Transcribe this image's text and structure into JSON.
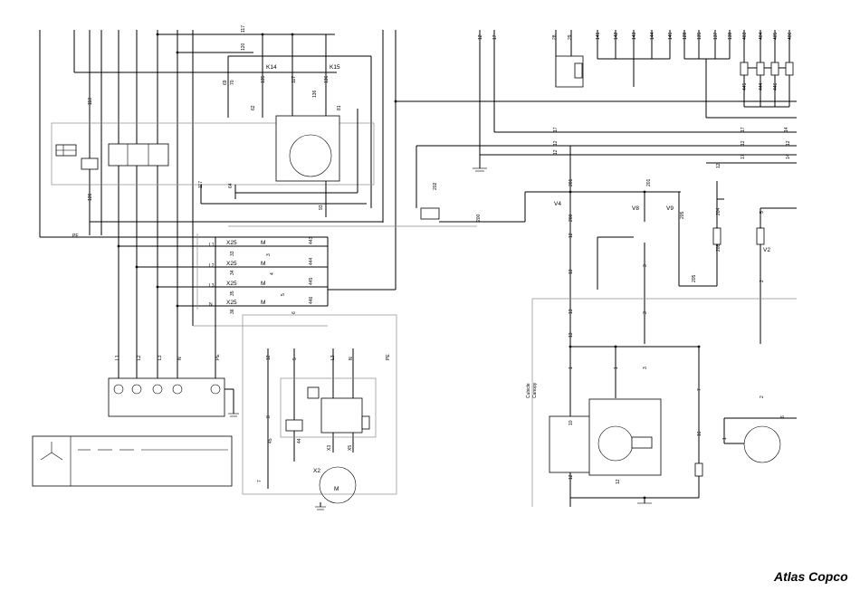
{
  "brand": {
    "logo": "Atlas Copco"
  },
  "contactors": [
    "K14",
    "K15"
  ],
  "terminal_block": {
    "name": "X25",
    "mark": "M"
  },
  "phases": [
    "L1",
    "L2",
    "L3",
    "N",
    "PE"
  ],
  "connector_x2": "X2",
  "motor_mark": "M",
  "canopy_text": {
    "line1": "Cubicle",
    "line2": "Canopy"
  },
  "diodes": [
    "V4",
    "V8",
    "V9",
    "V2"
  ],
  "wire_numbers": {
    "top_left": [
      "117",
      "120",
      "118",
      "135",
      "136",
      "117",
      "136",
      "62",
      "81",
      "69",
      "70",
      "120",
      "117",
      "64",
      "93"
    ],
    "terminal": [
      "443",
      "444",
      "445",
      "446",
      "33",
      "34",
      "35",
      "36",
      "3",
      "4",
      "5",
      "6"
    ],
    "bottom_left": [
      "12",
      "5",
      "L3",
      "N",
      "PE",
      "8",
      "7",
      "X3",
      "X5",
      "44",
      "45"
    ],
    "top_right": [
      "12",
      "17",
      "28",
      "29",
      "141",
      "142",
      "143",
      "144",
      "145",
      "128",
      "135",
      "137",
      "138",
      "403",
      "404",
      "405",
      "406",
      "445",
      "444",
      "446"
    ],
    "bus": [
      "17",
      "12",
      "12",
      "14",
      "12",
      "17",
      "17",
      "12",
      "12",
      "14"
    ],
    "right_mid": [
      "202",
      "200",
      "201",
      "201",
      "200",
      "205",
      "204",
      "208",
      "205",
      "13",
      "3",
      "12",
      "5",
      "2"
    ],
    "right_low": [
      "13",
      "3",
      "13",
      "1",
      "1",
      "3",
      "7",
      "1",
      "10",
      "12",
      "12",
      "16",
      "2",
      "6"
    ]
  }
}
